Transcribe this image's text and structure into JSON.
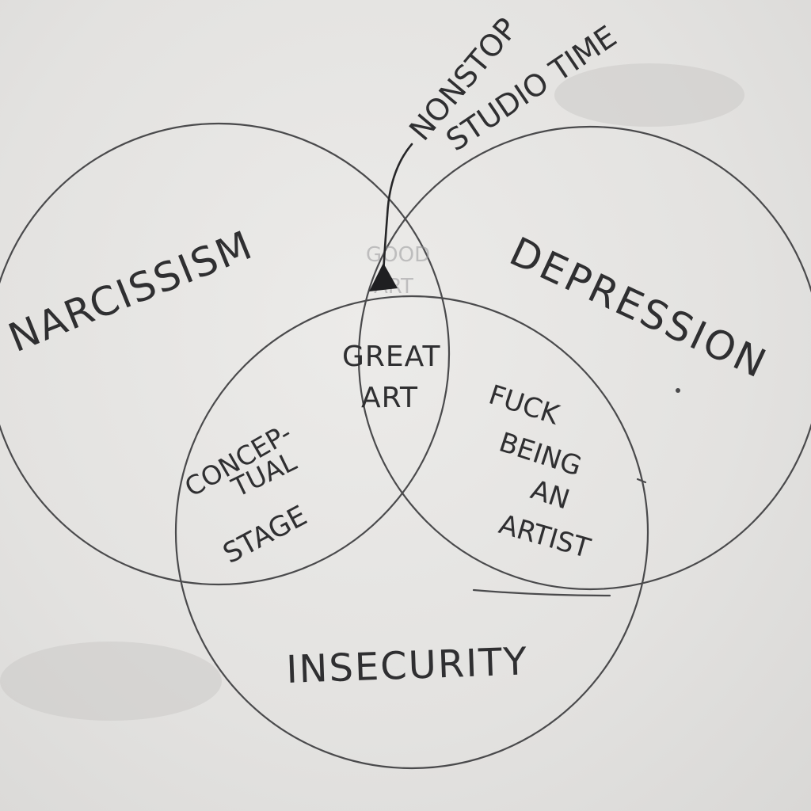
{
  "circles": {
    "narcissism": "NARCISSISM",
    "depression": "DEPRESSION",
    "insecurity": "INSECURITY"
  },
  "overlaps": {
    "narcissism_depression": [
      "GOOD",
      "ART"
    ],
    "narcissism_insecurity": [
      "CONCEP-",
      "TUAL",
      "STAGE"
    ],
    "depression_insecurity": [
      "FUCK",
      "BEING",
      "AN",
      "ARTIST"
    ],
    "center": [
      "GREAT",
      "ART"
    ]
  },
  "annotation": {
    "line1": "NONSTOP",
    "line2": "STUDIO TIME"
  }
}
